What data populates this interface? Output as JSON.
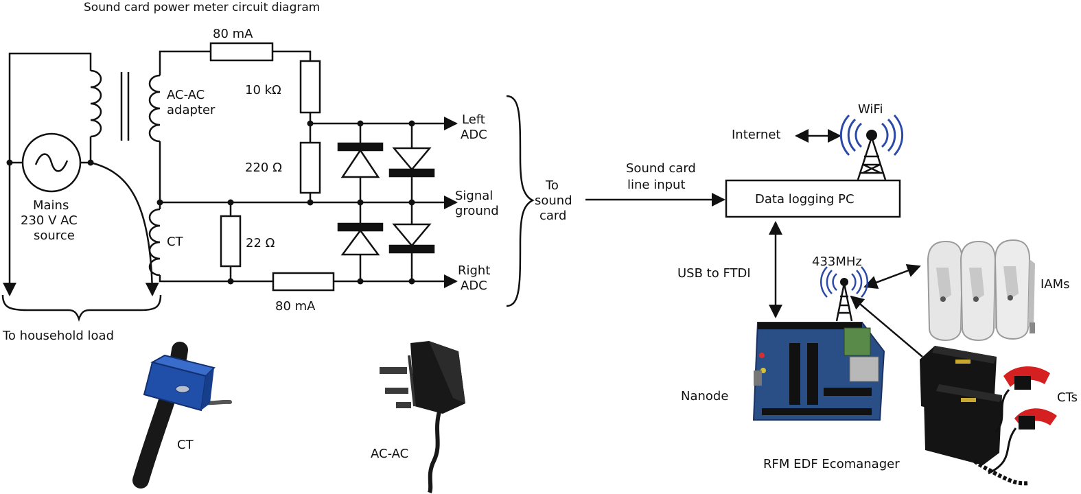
{
  "title": "Sound card power meter circuit diagram",
  "circuit": {
    "fuse_top": "80 mA",
    "resistor_10k": "10 kΩ",
    "resistor_220": "220 Ω",
    "resistor_22": "22 Ω",
    "fuse_bottom": "80 mA",
    "adapter_label_1": "AC-AC",
    "adapter_label_2": "adapter",
    "mains_1": "Mains",
    "mains_2": "230 V AC",
    "mains_3": "source",
    "ct_label": "CT",
    "left_adc_1": "Left",
    "left_adc_2": "ADC",
    "signal_ground_1": "Signal",
    "signal_ground_2": "ground",
    "right_adc_1": "Right",
    "right_adc_2": "ADC",
    "to_sound_card_1": "To",
    "to_sound_card_2": "sound",
    "to_sound_card_3": "card",
    "household_load": "To household load"
  },
  "photos": {
    "ct_photo_label": "CT",
    "acac_photo_label": "AC-AC"
  },
  "network": {
    "sound_card_input_1": "Sound card",
    "sound_card_input_2": "line input",
    "pc_label": "Data logging PC",
    "wifi": "WiFi",
    "internet": "Internet",
    "usb": "USB to FTDI",
    "radio": "433MHz",
    "iams": "IAMs",
    "nanode": "Nanode",
    "cts": "CTs",
    "ecomanager": "RFM EDF Ecomanager"
  },
  "colors": {
    "wire": "#111111",
    "radio_waves": "#2b4aa8",
    "ct_clamp_blue": "#1f4fa8",
    "clamp_red": "#d42020",
    "board_blue": "#2a4e86"
  }
}
